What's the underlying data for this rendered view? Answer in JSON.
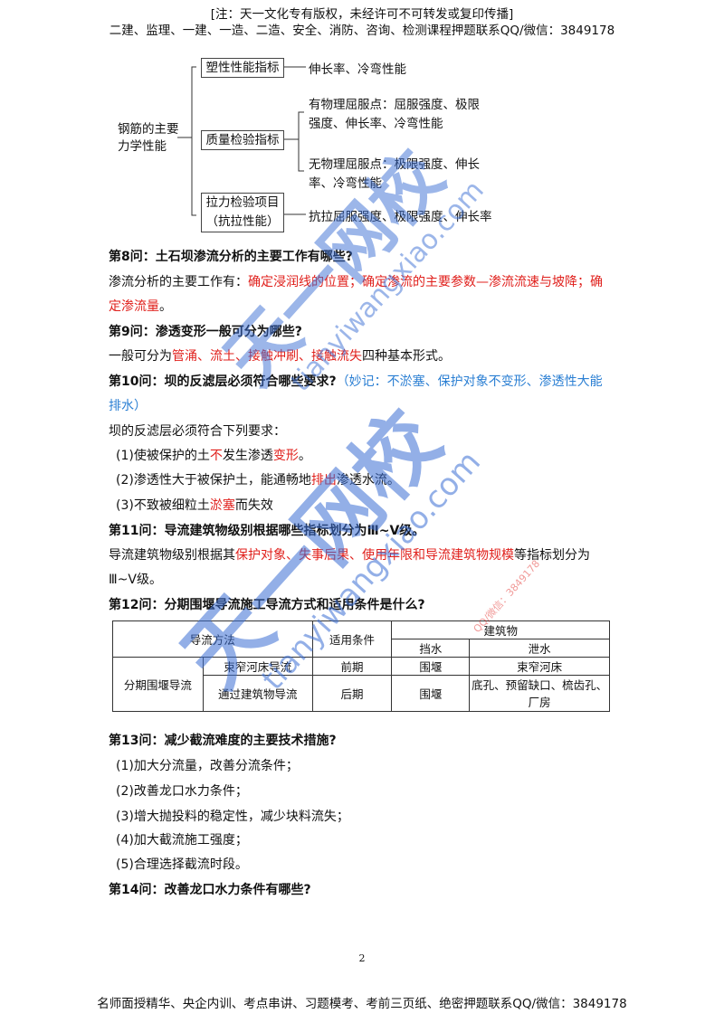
{
  "header": {
    "line1": "[注：天一文化专有版权，未经许可不可转发或复印传播]",
    "line2": "二建、监理、一建、一造、二造、安全、消防、咨询、检测课程押题联系QQ/微信：3849178"
  },
  "diagram": {
    "root": "钢筋的主要\n力学性能",
    "branches": [
      {
        "label": "塑性性能指标",
        "detail": "伸长率、冷弯性能"
      },
      {
        "label": "质量检验指标",
        "sub": [
          "有物理屈服点：屈服强度、极限\n强度、伸长率、冷弯性能",
          "无物理屈服点：极限强度、伸长\n率、冷弯性能"
        ]
      },
      {
        "label": "拉力检验项目\n（抗拉性能）",
        "detail": "抗拉屈服强度、极限强度、伸长率"
      }
    ]
  },
  "q8": {
    "title": "第8问：土石坝渗流分析的主要工作有哪些?",
    "lead": "渗流分析的主要工作有：",
    "ans1": "确定浸润线的位置；确定渗流的主要参数—渗流流速与坡降；确",
    "ans2": "定渗流量",
    "end": "。"
  },
  "q9": {
    "title": "第9问：渗透变形一般可分为哪些?",
    "lead": "一般可分为",
    "ans": "管涌、流土、接触冲刷、接触流失",
    "tail": "四种基本形式。"
  },
  "q10": {
    "title": "第10问：坝的反滤层必须符合哪些要求?",
    "mnemonic1": "（妙记：不淤塞、保护对象不变形、渗透性大能",
    "mnemonic2": "排水）",
    "lead": "坝的反滤层必须符合下列要求：",
    "item1a": "(1)使被保护的土",
    "item1b": "不",
    "item1c": "发生渗透",
    "item1d": "变形",
    "item1e": "。",
    "item2a": "(2)渗透性大于被保护土，能通畅地",
    "item2b": "排出",
    "item2c": "渗透水流。",
    "item3a": "(3)不致被细粒土",
    "item3b": "淤塞",
    "item3c": "而失效"
  },
  "q11": {
    "title": "第11问：导流建筑物级别根据哪些指标划分为Ⅲ~Ⅴ级。",
    "lead": "导流建筑物级别根据其",
    "ans": "保护对象、失事后果、使用年限和导流建筑物规模",
    "tail": "等指标划分为",
    "line2": "Ⅲ~Ⅴ级。"
  },
  "q12": {
    "title": "第12问：分期围堰导流施工导流方式和适用条件是什么?",
    "table": {
      "h_method": "导流方法",
      "h_cond": "适用条件",
      "h_building": "建筑物",
      "h_retain": "挡水",
      "h_release": "泄水",
      "row_group": "分期围堰导流",
      "rows": [
        {
          "method": "束窄河床导流",
          "cond": "前期",
          "retain": "围堰",
          "release": "束窄河床"
        },
        {
          "method": "通过建筑物导流",
          "cond": "后期",
          "retain": "围堰",
          "release1": "底孔、预留缺口、梳齿孔、",
          "release2": "厂房"
        }
      ]
    }
  },
  "q13": {
    "title": "第13问：减少截流难度的主要技术措施?",
    "items": [
      "(1)加大分流量，改善分流条件；",
      "(2)改善龙口水力条件；",
      "(3)增大抛投料的稳定性，减少块料流失；",
      "(4)加大截流施工强度；",
      "(5)合理选择截流时段。"
    ]
  },
  "q14": {
    "title": "第14问：改善龙口水力条件有哪些?"
  },
  "page_number": "2",
  "footer": "名师面授精华、央企内训、考点串讲、习题模考、考前三页纸、绝密押题联系QQ/微信：3849178",
  "watermark": {
    "brand": "天一网校",
    "url": "tianyiwangxiao.com",
    "contact": "QQ/微信：3849178"
  },
  "colors": {
    "accent_red": "#e0201c",
    "accent_blue": "#2b7fd3",
    "watermark": "#3b6fd4"
  }
}
